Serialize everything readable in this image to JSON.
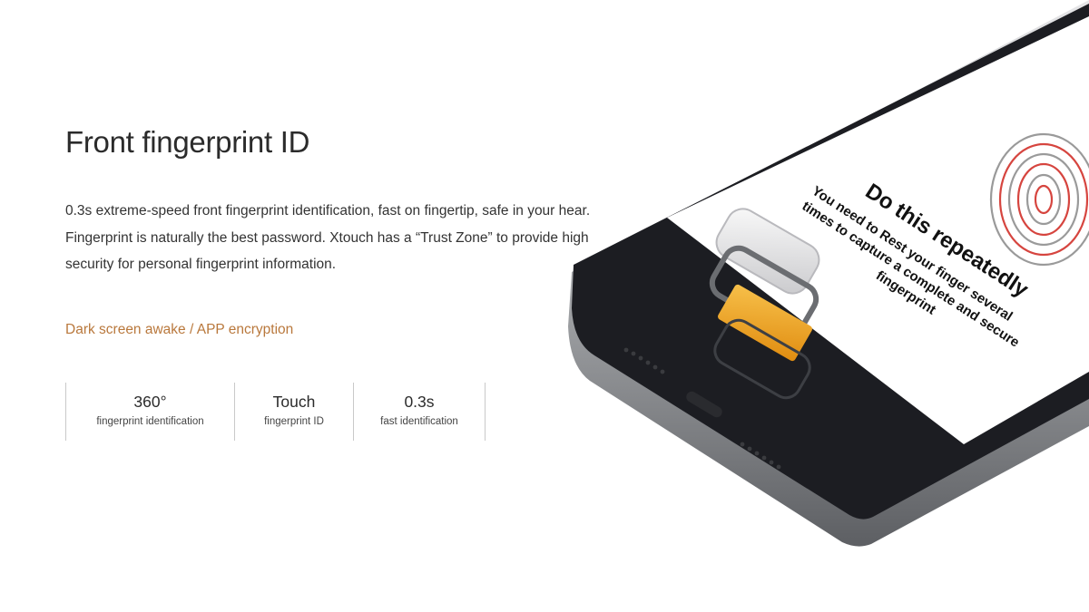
{
  "title": "Front fingerprint ID",
  "description": {
    "line1": "0.3s extreme-speed front fingerprint identification, fast on fingertip, safe in your hear.",
    "line2": "Fingerprint is naturally the best password. Xtouch has a “Trust Zone” to provide high security for personal fingerprint information."
  },
  "tagline": "Dark screen awake / APP encryption",
  "stats": [
    {
      "value": "360°",
      "label": "fingerprint identification"
    },
    {
      "value": "Touch",
      "label": "fingerprint ID"
    },
    {
      "value": "0.3s",
      "label": "fast identification"
    }
  ],
  "phone_screen": {
    "heading": "Do this repeatedly",
    "line1": "You need to Rest your finger several",
    "line2": "times to capture a complete and secure",
    "line3": "fingerprint"
  },
  "colors": {
    "tagline": "#b9783c",
    "sensor_gold": "#f0a21c",
    "fingerprint_red": "#d6453f",
    "phone_black": "#1c1d22"
  }
}
